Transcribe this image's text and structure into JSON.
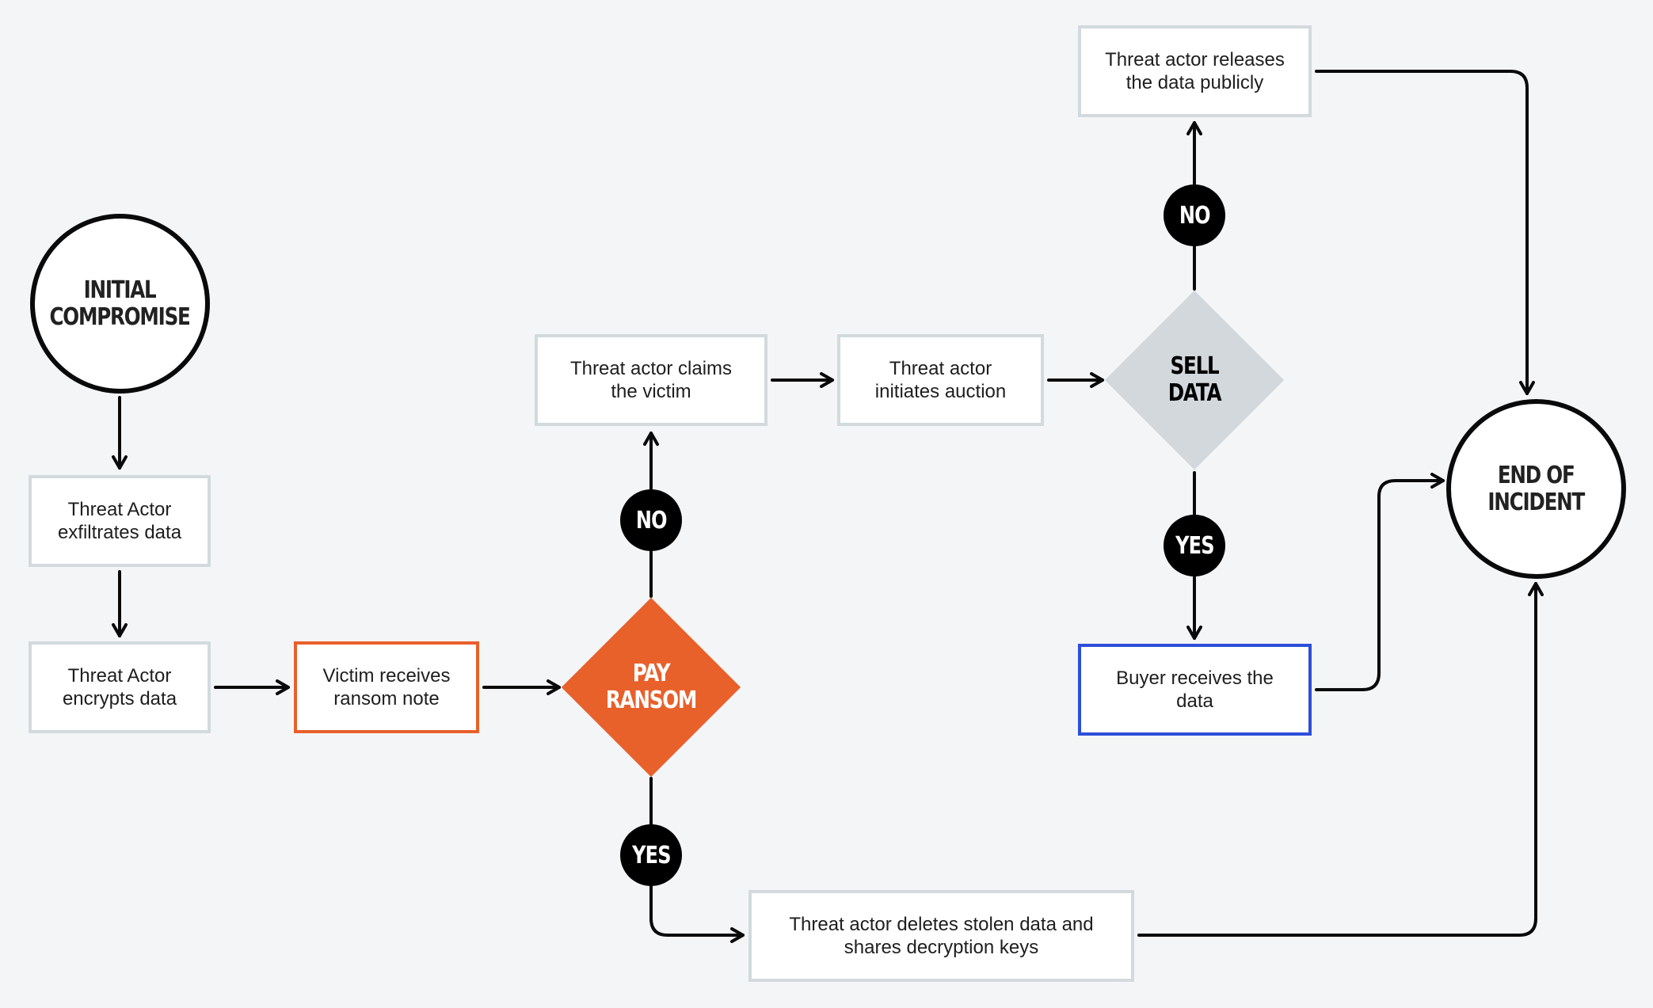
{
  "colors": {
    "background": "#f4f5f7",
    "line": "#0a0a0a",
    "box_border": "#d2dadd",
    "accent_orange": "#e8602a",
    "accent_blue": "#2d4fd8",
    "diamond_grey": "#d2d8dc",
    "badge": "#000000"
  },
  "nodes": {
    "initial_compromise": "INITIAL\nCOMPROMISE",
    "exfiltrates": "Threat Actor\nexfiltrates data",
    "encrypts": "Threat Actor\nencrypts data",
    "ransom_note": "Victim receives\nransom note",
    "pay_ransom": "PAY\nRANSOM",
    "claims_victim": "Threat actor claims\nthe victim",
    "initiates_auction": "Threat actor\ninitiates auction",
    "sell_data": "SELL\nDATA",
    "releases_publicly": "Threat actor releases\nthe data publicly",
    "buyer_receives": "Buyer receives the\ndata",
    "deletes_data": "Threat actor deletes stolen data and\nshares decryption keys",
    "end_of_incident": "END OF\nINCIDENT"
  },
  "decisions": {
    "pay_no": "NO",
    "pay_yes": "YES",
    "sell_no": "NO",
    "sell_yes": "YES"
  }
}
